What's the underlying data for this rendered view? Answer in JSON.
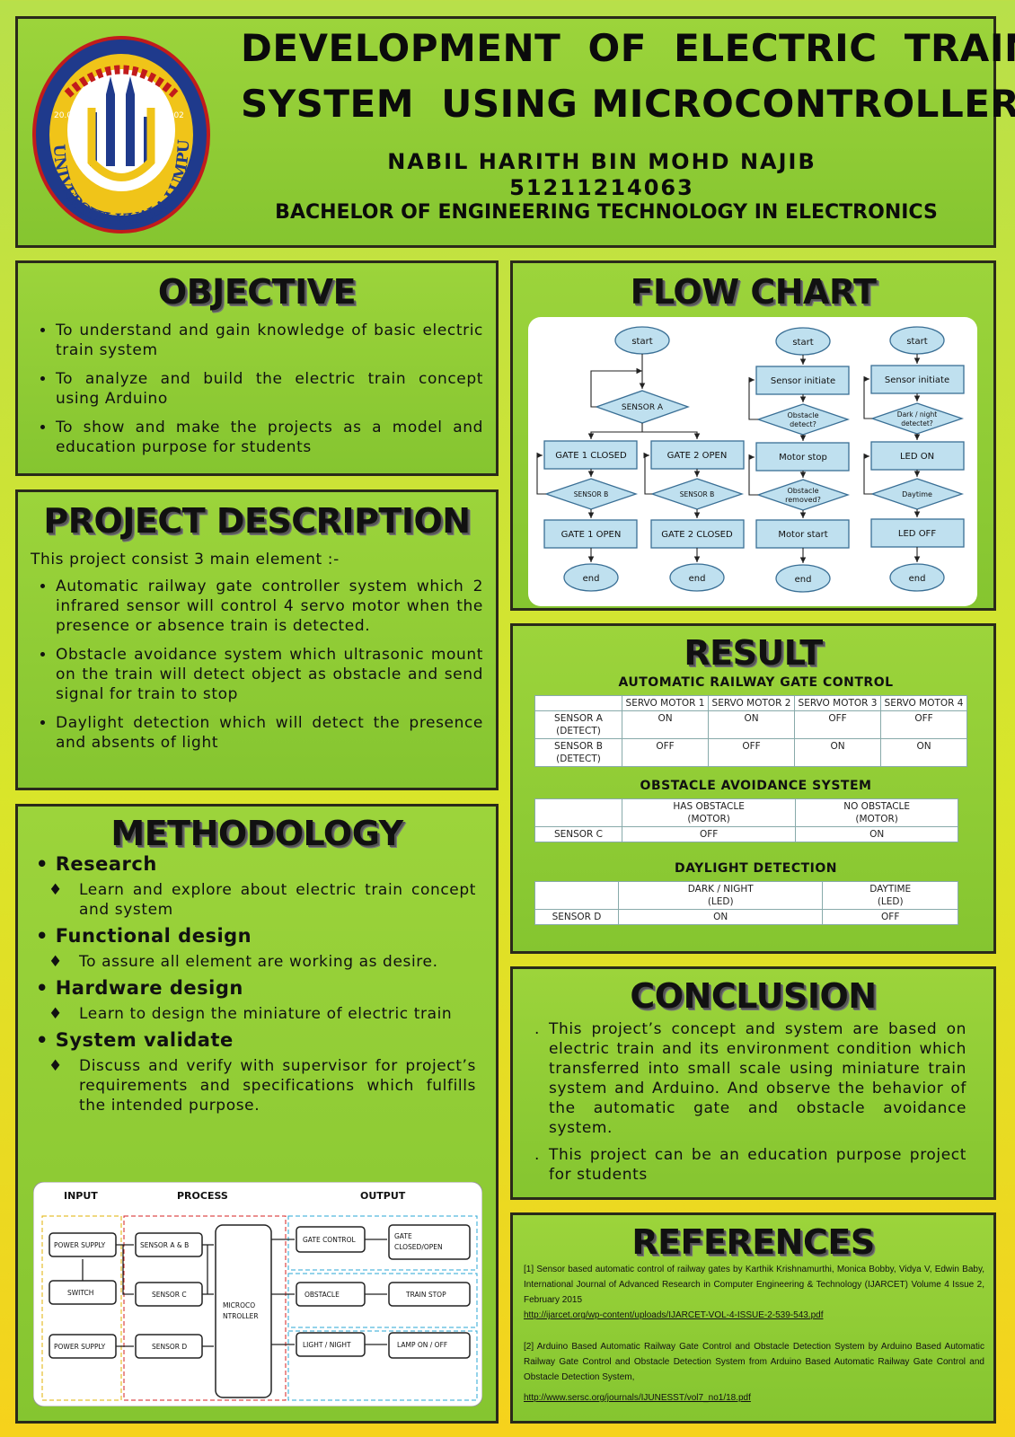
{
  "header": {
    "title_line1": "DEVELOPMENT  OF  ELECTRIC  TRAIN",
    "title_line2": "SYSTEM  USING MICROCONTROLLER",
    "author": "NABIL HARITH BIN MOHD NAJIB",
    "student_id": "51211214063",
    "program": "BACHELOR OF ENGINEERING TECHNOLOGY IN ELECTRONICS",
    "logo": {
      "text": "UNIVERSITI KUALA LUMPUR",
      "year_left": "20.08",
      "year_right": "2002"
    }
  },
  "objective": {
    "heading": "OBJECTIVE",
    "items": [
      "To understand and gain knowledge of basic electric train system",
      "To analyze and build the electric train concept using Arduino",
      "To show and make the projects as a model and education purpose for students"
    ]
  },
  "description": {
    "heading": "PROJECT DESCRIPTION",
    "intro": "This project consist 3 main element :-",
    "items": [
      "Automatic railway gate controller system which 2 infrared sensor will control 4 servo motor when the presence or absence train is detected.",
      "Obstacle avoidance system which ultrasonic mount on the train will detect object as obstacle and send signal for train to stop",
      "Daylight detection which will detect the presence and absents of light"
    ]
  },
  "methodology": {
    "heading": "METHODOLOGY",
    "steps": [
      {
        "title": "Research",
        "detail": "Learn and explore about electric train concept and system"
      },
      {
        "title": "Functional design",
        "detail": "To assure all element are working as desire."
      },
      {
        "title": "Hardware design",
        "detail": "Learn to design the miniature of electric train"
      },
      {
        "title": "System validate",
        "detail": "Discuss and verify with supervisor for project’s requirements and specifications which fulfills the intended purpose."
      }
    ],
    "block": {
      "input": "INPUT",
      "process": "PROCESS",
      "output": "OUTPUT",
      "power_supply": "POWER SUPPLY",
      "switch": "SWITCH",
      "sensor_ab": "SENSOR A & B",
      "sensor_c": "SENSOR C",
      "sensor_d": "SENSOR D",
      "mcu_1": "MICROCO",
      "mcu_2": "NTROLLER",
      "gate_control": "GATE CONTROL",
      "gate_closed_1": "GATE",
      "gate_closed_2": "CLOSED/OPEN",
      "obstacle": "OBSTACLE",
      "train_stop": "TRAIN STOP",
      "light_night": "LIGHT / NIGHT",
      "lamp": "LAMP ON / OFF"
    }
  },
  "flowchart": {
    "heading": "FLOW CHART",
    "start": "start",
    "end": "end",
    "sensor_a": "SENSOR A",
    "sensor_b": "SENSOR B",
    "gate1_closed": "GATE 1 CLOSED",
    "gate2_open": "GATE 2 OPEN",
    "gate1_open": "GATE 1 OPEN",
    "gate2_closed": "GATE 2 CLOSED",
    "sensor_initiate": "Sensor initiate",
    "obstacle_detect_1": "Obstacle",
    "obstacle_detect_2": "detect?",
    "motor_stop": "Motor stop",
    "obstacle_removed_1": "Obstacle",
    "obstacle_removed_2": "removed?",
    "motor_start": "Motor start",
    "dark_night_1": "Dark / night",
    "dark_night_2": "detectet?",
    "led_on": "LED ON",
    "daytime": "Daytime",
    "led_off": "LED OFF"
  },
  "result": {
    "heading": "RESULT",
    "gate_title": "AUTOMATIC RAILWAY GATE CONTROL",
    "gate_headers": [
      "SERVO MOTOR 1",
      "SERVO MOTOR 2",
      "SERVO MOTOR 3",
      "SERVO MOTOR 4"
    ],
    "gate_rows": [
      {
        "label_1": "SENSOR A",
        "label_2": "(DETECT)",
        "values": [
          "ON",
          "ON",
          "OFF",
          "OFF"
        ]
      },
      {
        "label_1": "SENSOR B",
        "label_2": "(DETECT)",
        "values": [
          "OFF",
          "OFF",
          "ON",
          "ON"
        ]
      }
    ],
    "obstacle_title": "OBSTACLE AVOIDANCE SYSTEM",
    "obstacle_headers": [
      [
        "HAS OBSTACLE",
        "(MOTOR)"
      ],
      [
        "NO OBSTACLE",
        "(MOTOR)"
      ]
    ],
    "obstacle_row": {
      "label": "SENSOR C",
      "values": [
        "OFF",
        "ON"
      ]
    },
    "daylight_title": "DAYLIGHT DETECTION",
    "daylight_headers": [
      [
        "DARK / NIGHT",
        "(LED)"
      ],
      [
        "DAYTIME",
        "(LED)"
      ]
    ],
    "daylight_row": {
      "label": "SENSOR D",
      "values": [
        "ON",
        "OFF"
      ]
    }
  },
  "conclusion": {
    "heading": "CONCLUSION",
    "items": [
      "This project’s concept and system are based on electric train and its environment condition which transferred into small scale using miniature train system and Arduino. And observe the behavior of the automatic gate and obstacle avoidance system.",
      "This project can be an education purpose project for students"
    ]
  },
  "references": {
    "heading": "REFERENCES",
    "items": [
      {
        "text": "[1] Sensor based automatic control of railway gates by Karthik Krishnamurthi, Monica Bobby, Vidya V, Edwin Baby, International Journal of Advanced Research in Computer Engineering & Technology (IJARCET) Volume 4 Issue 2, February 2015",
        "url": "http://ijarcet.org/wp-content/uploads/IJARCET-VOL-4-ISSUE-2-539-543.pdf"
      },
      {
        "text": "[2] Arduino Based Automatic Railway Gate Control and Obstacle Detection System by Arduino Based Automatic Railway Gate Control and Obstacle Detection System from Arduino Based Automatic Railway Gate Control and Obstacle Detection System,",
        "url": "http://www.sersc.org/journals/IJUNESST/vol7_no1/18.pdf"
      }
    ]
  },
  "colors": {
    "panel_green": "#8fcc34",
    "border": "#2a2a1a",
    "flow_fill": "#bfe0ef",
    "flow_stroke": "#3a6f95"
  }
}
